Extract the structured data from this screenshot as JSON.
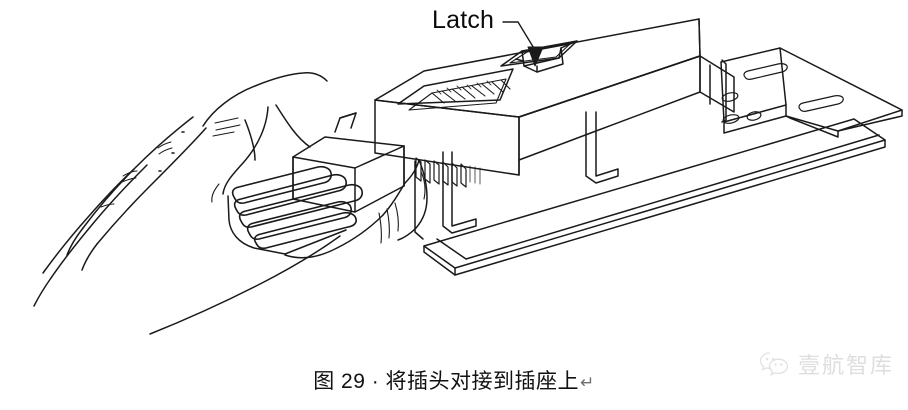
{
  "figure": {
    "type": "technical-line-drawing",
    "subject": "hand inserting electrical plug connector into panel-mounted socket",
    "background_color": "#ffffff",
    "line_color": "#1a1a1a",
    "callouts": [
      {
        "id": "latch",
        "label": "Latch",
        "leader": "elbow line from label down-right to arrowhead on latch tab",
        "arrow_target": "raised rectangular latch tab on top of socket housing"
      }
    ],
    "parts": [
      {
        "name": "left-hand-fingers",
        "description": "index and middle fingers extending lower-left"
      },
      {
        "name": "right-hand-palm",
        "description": "palm and thumb gripping plug"
      },
      {
        "name": "plug-ribbed-grip",
        "description": "cylindrical ribbed strain-relief boot, 5 ridges"
      },
      {
        "name": "plug-body",
        "description": "rectangular plug housing"
      },
      {
        "name": "socket-housing",
        "description": "long rectangular socket body with recessed vent panel"
      },
      {
        "name": "latch-tab",
        "description": "spring latch on socket top"
      },
      {
        "name": "mounting-bracket",
        "description": "flange with 2 slotted holes and 3 round holes"
      },
      {
        "name": "base-plate",
        "description": "flat panel plate with support legs"
      }
    ]
  },
  "caption": {
    "text": "图 29 · 将插头对接到插座上",
    "pilcrow": "↵"
  },
  "watermark": {
    "icon": "wechat-icon",
    "text": "壹航智库",
    "color": "#c4c4c4"
  }
}
